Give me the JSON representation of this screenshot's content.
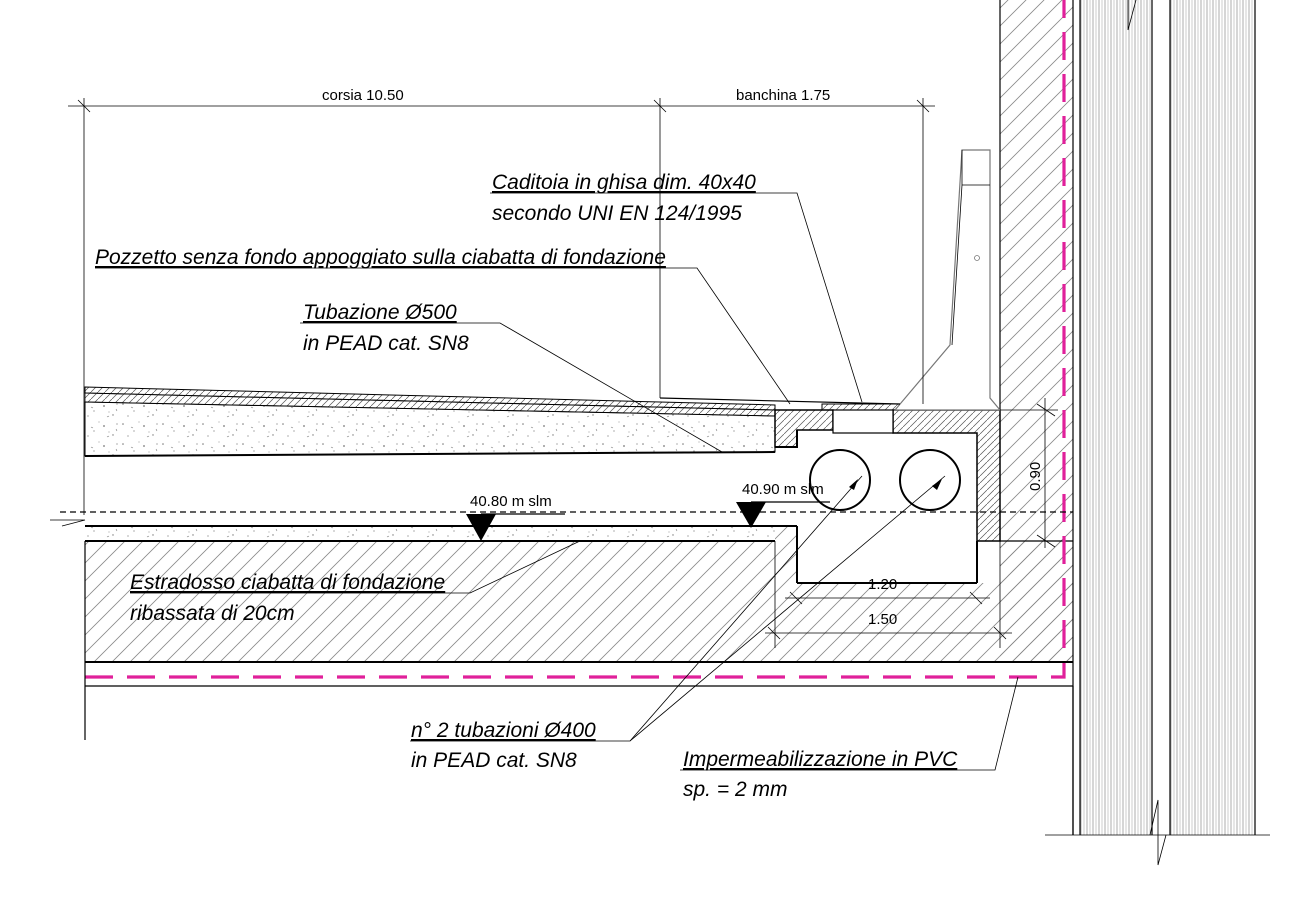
{
  "drawing": {
    "dimensions": {
      "corsia": "corsia 10.50",
      "banchina": "banchina 1.75",
      "height_090": "0.90",
      "width_120": "1.20",
      "width_150": "1.50"
    },
    "levels": {
      "level_left": "40.80 m slm",
      "level_right": "40.90 m slm"
    },
    "labels": {
      "caditoia_line1": "Caditoia in ghisa dim. 40x40",
      "caditoia_line2": "secondo UNI EN 124/1995",
      "pozzetto": "Pozzetto senza fondo appoggiato sulla ciabatta di fondazione",
      "tubazione_line1": "Tubazione Ø500",
      "tubazione_line2": "in PEAD cat. SN8",
      "estradosso_line1": "Estradosso ciabatta di fondazione",
      "estradosso_line2": "ribassata di 20cm",
      "tubazioni_line1": "n° 2 tubazioni Ø400",
      "tubazioni_line2": "in PEAD cat. SN8",
      "impermeabilizzazione_line1": "Impermeabilizzazione in PVC",
      "impermeabilizzazione_line2": "sp. = 2 mm"
    },
    "colors": {
      "line": "#000000",
      "membrane": "#e0209a",
      "background": "#ffffff"
    }
  }
}
